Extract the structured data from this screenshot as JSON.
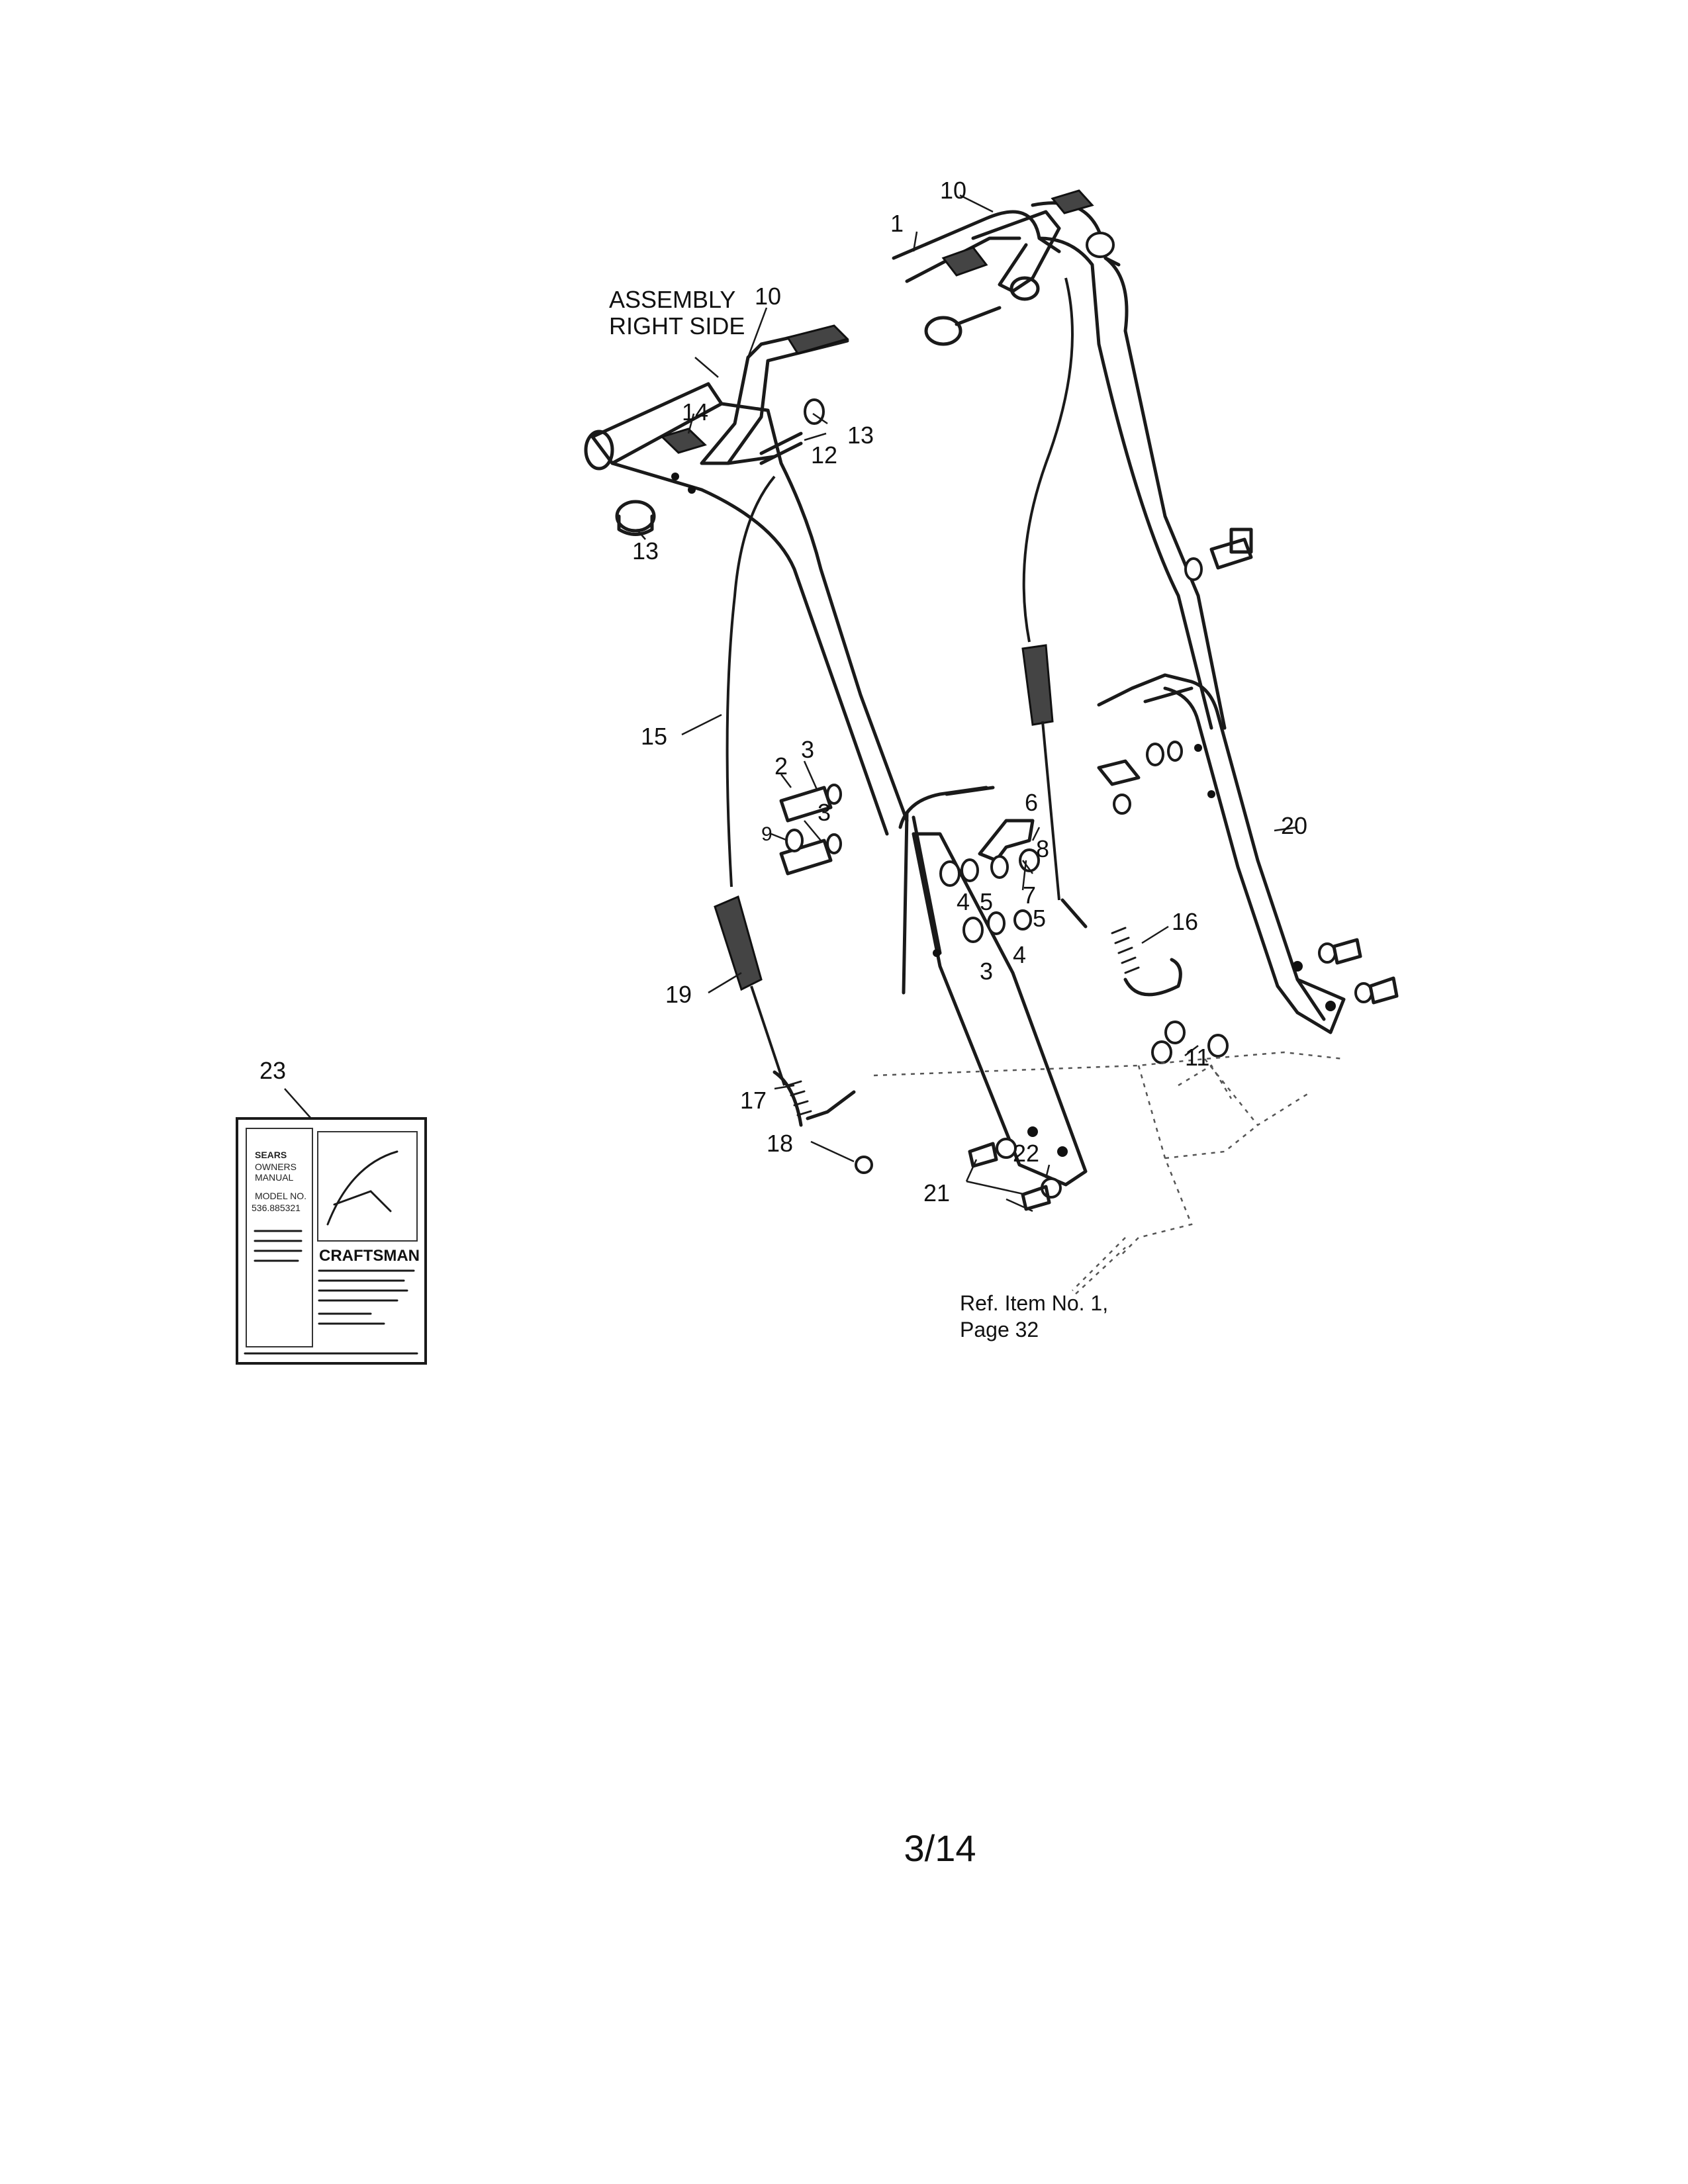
{
  "labels": {
    "assembly_line1": "ASSEMBLY",
    "assembly_line2": "RIGHT SIDE",
    "p1": "1",
    "p2": "2",
    "p3a": "3",
    "p3b": "3",
    "p3c": "3",
    "p4a": "4",
    "p4b": "4",
    "p5a": "5",
    "p5b": "5",
    "p6": "6",
    "p7": "7",
    "p8": "8",
    "p9": "9",
    "p10a": "10",
    "p10b": "10",
    "p11": "11",
    "p12": "12",
    "p13a": "13",
    "p13b": "13",
    "p14": "14",
    "p15": "15",
    "p16": "16",
    "p17": "17",
    "p18": "18",
    "p19": "19",
    "p20": "20",
    "p21": "21",
    "p22": "22",
    "p23": "23"
  },
  "reference": {
    "line1": "Ref. Item No. 1,",
    "line2": "Page 32"
  },
  "manual": {
    "brand_top": "SEARS",
    "line_a": "OWNERS",
    "line_b": "MANUAL",
    "model_label": "MODEL NO.",
    "model_no": "536.885321",
    "brand": "CRAFTSMAN"
  },
  "page": {
    "number": "3/14"
  }
}
